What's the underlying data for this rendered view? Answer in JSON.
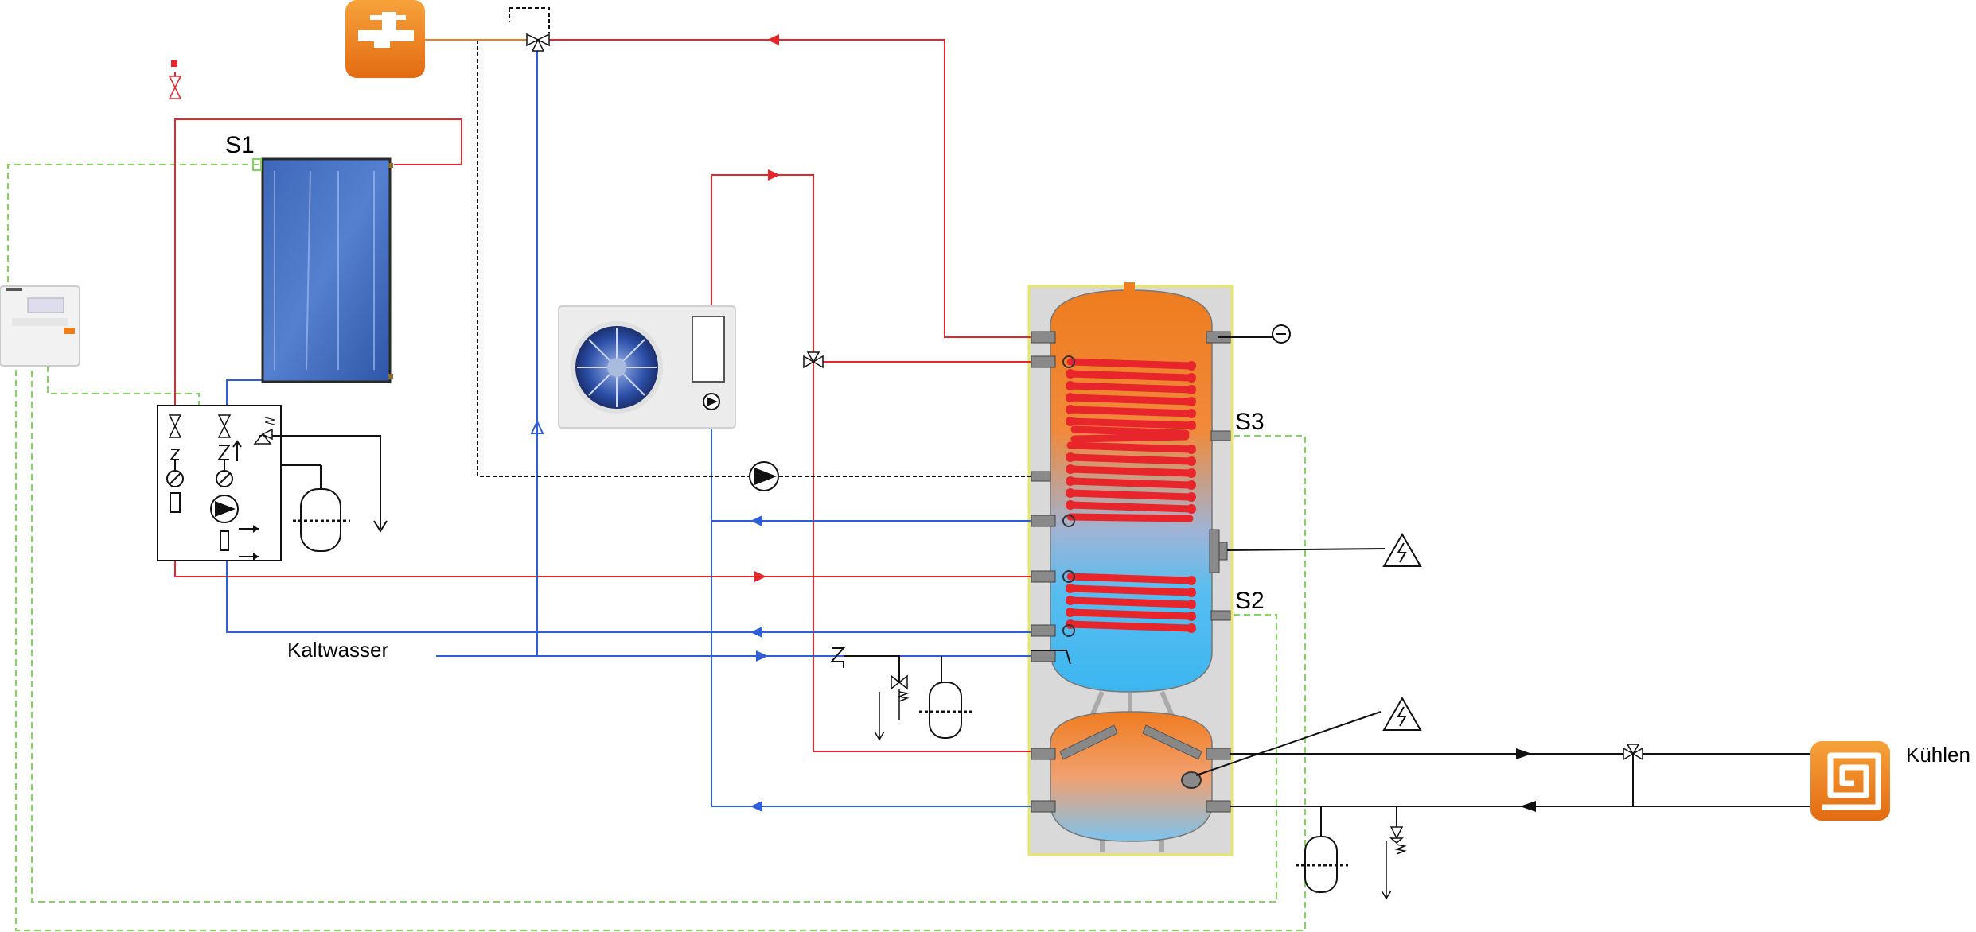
{
  "labels": {
    "sensor_s1": "S1",
    "sensor_s2": "S2",
    "sensor_s3": "S3",
    "cold_water": "Kaltwasser",
    "cooling": "Kühlen"
  },
  "colors": {
    "hot_line": "#e8252a",
    "cold_line": "#2f5fd6",
    "signal_line": "#7ed957",
    "black_line": "#111111",
    "accent_orange": "#f07d1e",
    "tank_frame": "#f3f08a",
    "tank_bg": "#d9d9d9"
  },
  "icons": [
    "tap-icon",
    "cooling-icon",
    "collector-icon",
    "controller-icon",
    "heat-pump-icon",
    "pump-icon",
    "valve-icon",
    "three-way-valve-icon",
    "expansion-vessel-icon",
    "electric-heater-icon",
    "thermometer-icon"
  ]
}
